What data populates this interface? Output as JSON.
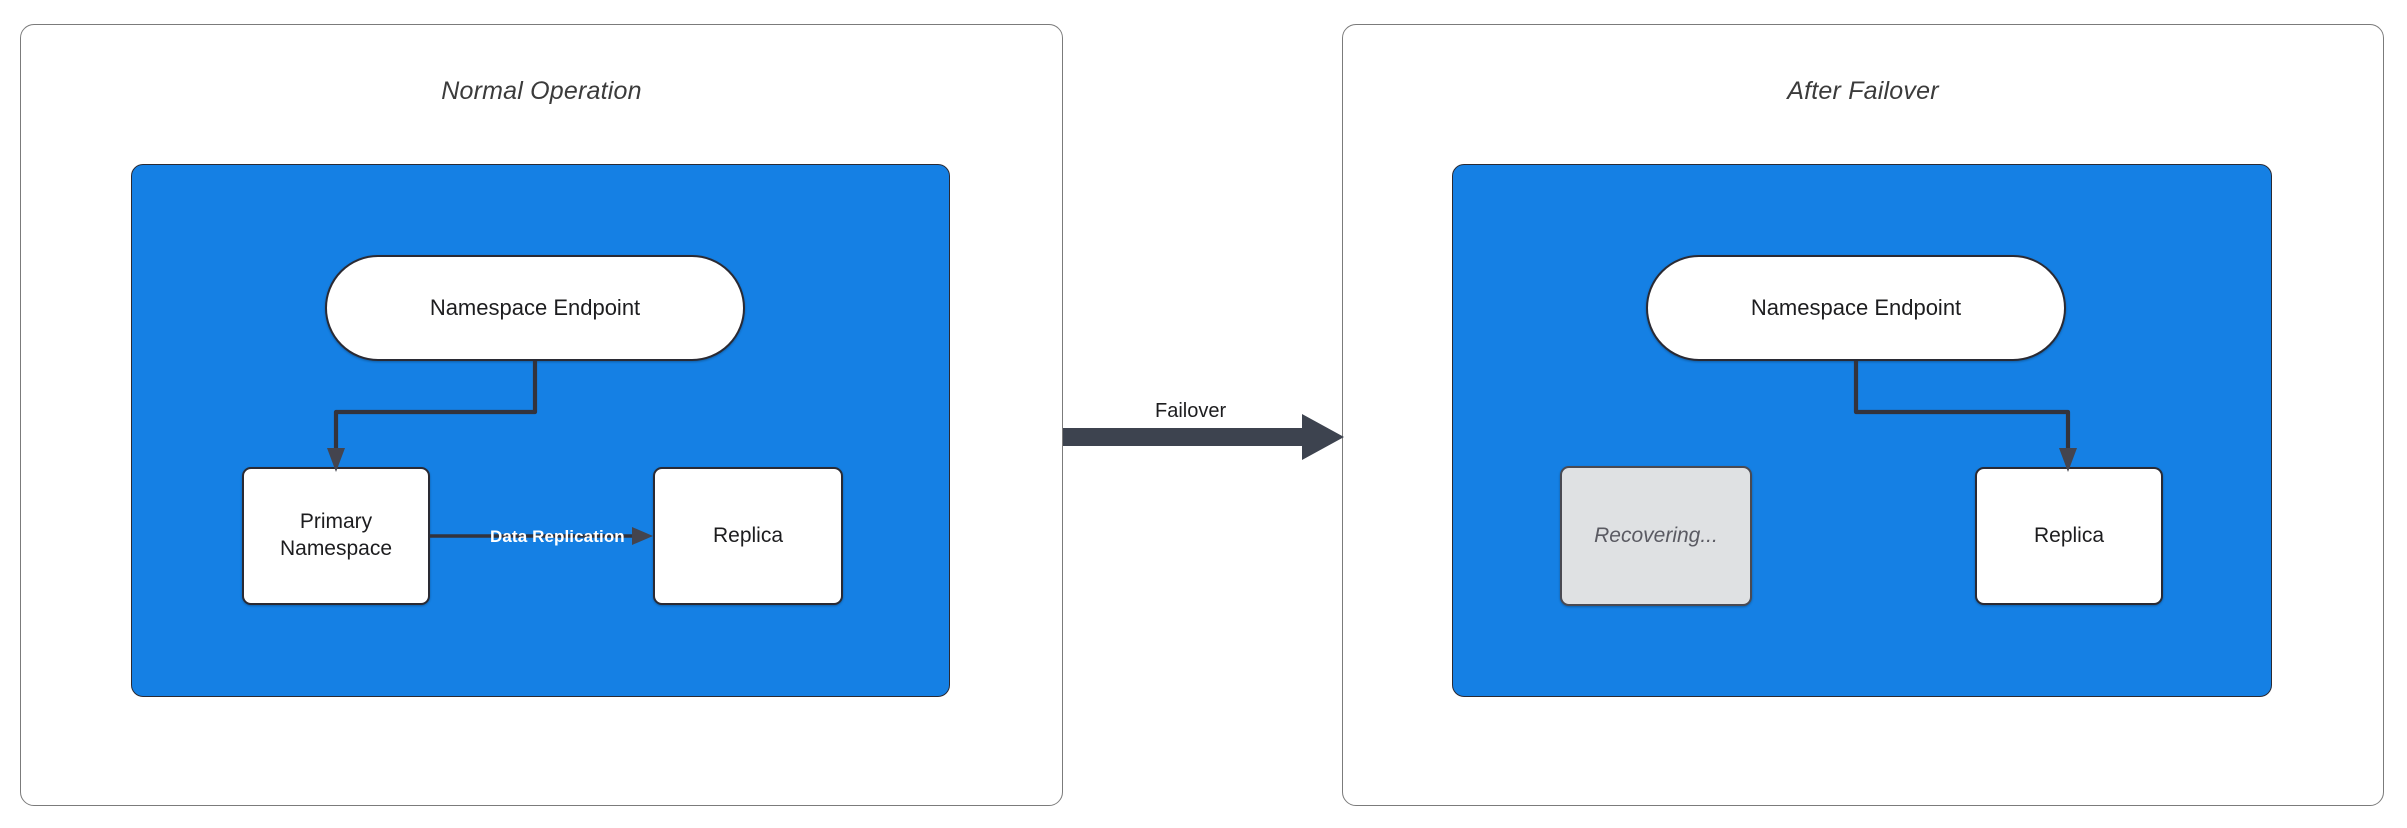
{
  "diagram": {
    "title_left": "Normal Operation",
    "title_right": "After Failover",
    "panels": [
      {
        "id": "normal-operation",
        "title": "Normal Operation",
        "nodes": [
          {
            "id": "endpoint-left",
            "label": "Namespace Endpoint",
            "shape": "pill",
            "state": "active"
          },
          {
            "id": "primary",
            "label": "Primary Namespace",
            "shape": "rect",
            "state": "active"
          },
          {
            "id": "replica-left",
            "label": "Replica",
            "shape": "rect",
            "state": "active"
          }
        ],
        "edges": [
          {
            "from": "endpoint-left",
            "to": "primary",
            "label": ""
          },
          {
            "from": "primary",
            "to": "replica-left",
            "label": "Data Replication"
          }
        ]
      },
      {
        "id": "after-failover",
        "title": "After Failover",
        "nodes": [
          {
            "id": "endpoint-right",
            "label": "Namespace Endpoint",
            "shape": "pill",
            "state": "active"
          },
          {
            "id": "recovering",
            "label": "Recovering...",
            "shape": "rect",
            "state": "muted"
          },
          {
            "id": "replica-right",
            "label": "Replica",
            "shape": "rect",
            "state": "active"
          }
        ],
        "edges": [
          {
            "from": "endpoint-right",
            "to": "replica-right",
            "label": ""
          }
        ]
      }
    ],
    "transition": {
      "label": "Failover",
      "from_panel": "normal-operation",
      "to_panel": "after-failover"
    },
    "node_labels": {
      "namespace_endpoint": "Namespace Endpoint",
      "primary_namespace": "Primary Namespace",
      "replica": "Replica",
      "recovering": "Recovering..."
    },
    "edge_labels": {
      "data_replication": "Data Replication",
      "failover": "Failover"
    },
    "colors": {
      "region_fill": "#1580e4",
      "node_fill": "#ffffff",
      "muted_fill": "#dfe1e3",
      "stroke": "#2a2a33",
      "panel_stroke": "#7b7b7b",
      "arrow": "#3d434f",
      "edge_label_on_arrow": "#ffffff"
    }
  }
}
